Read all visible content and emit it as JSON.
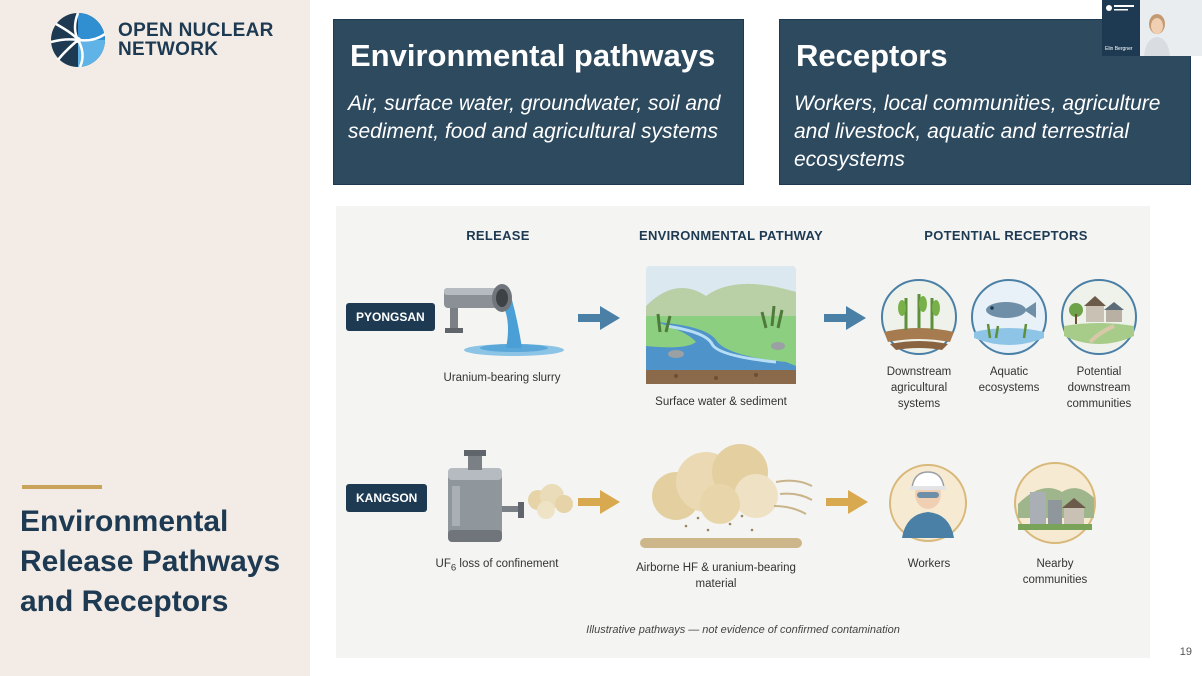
{
  "logo": {
    "line1": "OPEN NUCLEAR",
    "line2": "NETWORK"
  },
  "slide": {
    "title": "Environmental Release Pathways and Receptors",
    "page_number": "19"
  },
  "video": {
    "name": "Elin Bergner"
  },
  "pathways_box": {
    "heading": "Environmental pathways",
    "body": "Air, surface water, groundwater, soil and sediment, food and agricultural systems"
  },
  "receptors_box": {
    "heading": "Receptors",
    "body": "Workers, local communities, agriculture and livestock, aquatic and terrestrial ecosystems"
  },
  "diagram": {
    "headers": {
      "release": "RELEASE",
      "pathway": "ENVIRONMENTAL PATHWAY",
      "receptors": "POTENTIAL RECEPTORS"
    },
    "rows": [
      {
        "site": "PYONGSAN",
        "release": "Uranium-bearing slurry",
        "pathway": "Surface water & sediment",
        "receptors": [
          "Downstream agricultural systems",
          "Aquatic ecosystems",
          "Potential downstream communities"
        ]
      },
      {
        "site": "KANGSON",
        "release_prefix": "UF",
        "release_sub": "6",
        "release_suffix": " loss of confinement",
        "pathway": "Airborne HF & uranium-bearing material",
        "receptors": [
          "Workers",
          "Nearby communities"
        ]
      }
    ],
    "footnote": "Illustrative pathways — not evidence of confirmed contamination"
  },
  "colors": {
    "navy": "#1d3a52",
    "box_blue": "#2e4a5f",
    "arrow_blue": "#4a7fa6",
    "arrow_gold": "#d9a94f",
    "accent_gold": "#c9a35a"
  }
}
